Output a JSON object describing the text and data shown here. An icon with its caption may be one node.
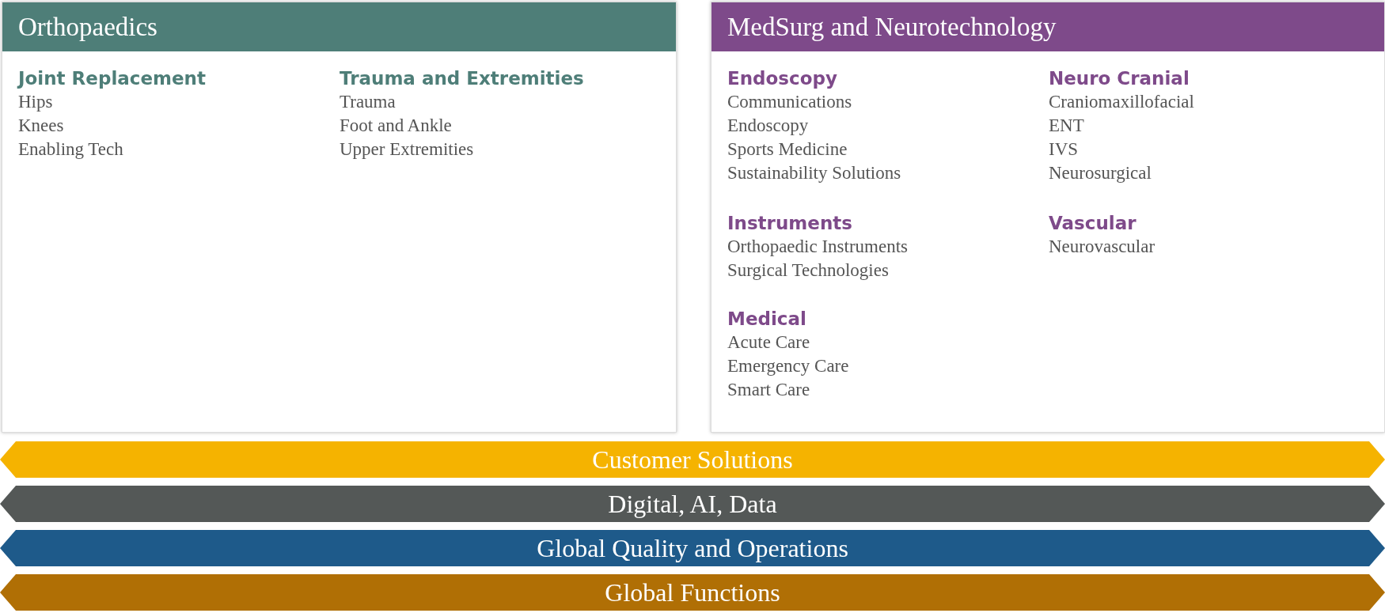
{
  "diagram": {
    "nodes": [
      {
        "text": [
          "Orthopaedics",
          "Joint Replacement",
          "Hips",
          "Knees",
          "Enabling Tech",
          "Trauma and Extremities",
          "Trauma",
          "Foot and Ankle",
          "Upper Extremities"
        ]
      },
      {
        "text": [
          "MedSurg and Neurotechnology",
          "Endoscopy",
          "Communications",
          "Endoscopy",
          "Sports Medicine",
          "Sustainability Solutions",
          "Instruments",
          "Orthopaedic Instruments",
          "Surgical Technologies",
          "Medical",
          "Acute Care",
          "Emergency Care",
          "Smart Care",
          "Neuro Cranial",
          "Craniomaxillofacial",
          "ENT",
          "IVS",
          "Neurosurgical",
          "Vascular",
          "Neurovascular"
        ]
      },
      {
        "text": [
          "Customer Solutions"
        ]
      },
      {
        "text": [
          "Digital, AI, Data"
        ]
      },
      {
        "text": [
          "Global Quality and Operations"
        ]
      },
      {
        "text": [
          "Global Functions"
        ]
      }
    ],
    "edges": []
  }
}
